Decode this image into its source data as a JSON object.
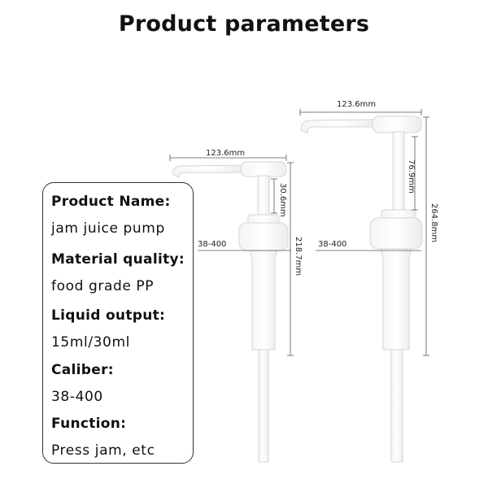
{
  "title": "Product parameters",
  "params": [
    {
      "label": "Product Name:",
      "value": "jam juice pump"
    },
    {
      "label": "Material quality:",
      "value": "food grade PP"
    },
    {
      "label": "Liquid output:",
      "value": "15ml/30ml"
    },
    {
      "label": "Caliber:",
      "value": "38-400"
    },
    {
      "label": "Function:",
      "value": "Press jam, etc"
    }
  ],
  "pump_small": {
    "width": "123.6mm",
    "stroke": "30.6mm",
    "length": "218.7mm",
    "thread": "38-400"
  },
  "pump_large": {
    "width": "123.6mm",
    "stroke": "76.9mm",
    "length": "264.8mm",
    "thread": "38-400"
  }
}
